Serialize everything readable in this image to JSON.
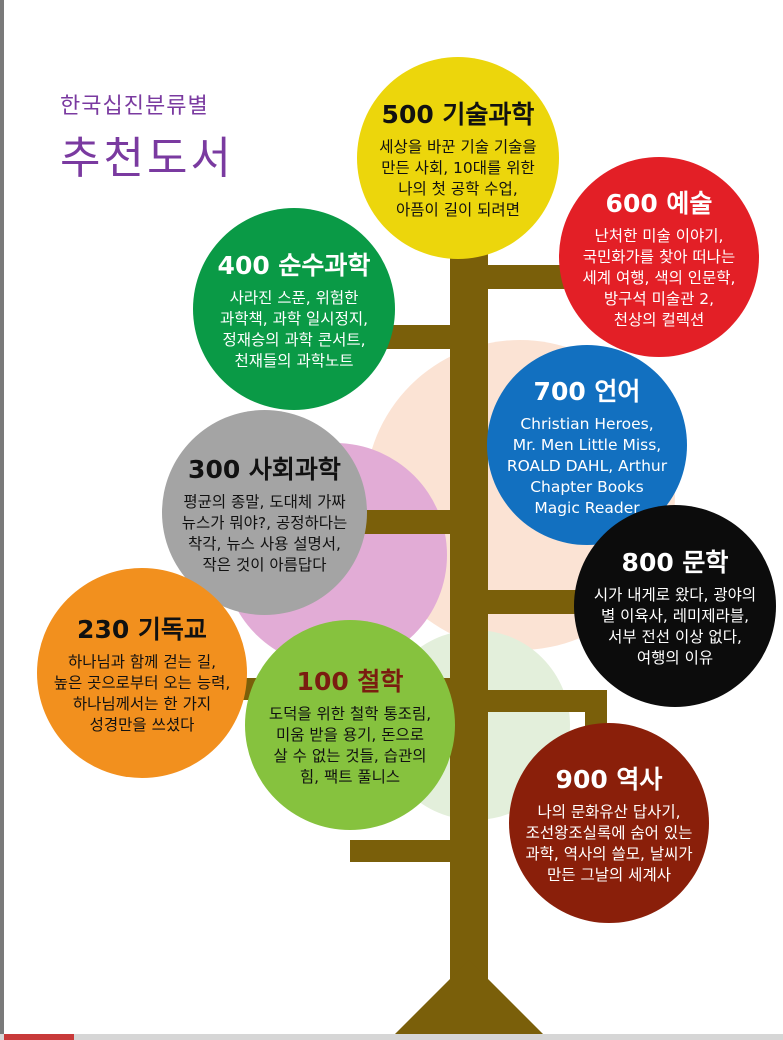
{
  "header": {
    "subtitle": "한국십진분류별",
    "title": "추천도서"
  },
  "colors": {
    "trunk": "#7a5f0a",
    "header": "#7a3aa0",
    "bg_peach": "#fbe3d4",
    "bg_pink": "#e2acd6",
    "bg_green": "#e3efdb"
  },
  "categories": [
    {
      "id": "500",
      "title": "500 기술과학",
      "books": "세상을 바꾼 기술 기술을\n만든 사회, 10대를 위한\n나의 첫 공학 수업,\n아픔이 길이 되려면",
      "color": "#ecd60c",
      "text": "dark"
    },
    {
      "id": "600",
      "title": "600 예술",
      "books": "난처한 미술 이야기,\n국민화가를 찾아 떠나는\n세계 여행, 색의 인문학,\n방구석 미술관 2,\n천상의 컬렉션",
      "color": "#e31f26",
      "text": "light"
    },
    {
      "id": "400",
      "title": "400 순수과학",
      "books": "사라진 스푼, 위험한\n과학책, 과학 일시정지,\n정재승의 과학 콘서트,\n천재들의 과학노트",
      "color": "#0a9a46",
      "text": "light"
    },
    {
      "id": "700",
      "title": "700 언어",
      "books": "Christian Heroes,\nMr. Men Little Miss,\nROALD DAHL, Arthur\nChapter Books\nMagic Reader",
      "color": "#1270c0",
      "text": "light"
    },
    {
      "id": "300",
      "title": "300 사회과학",
      "books": "평균의 종말, 도대체 가짜\n뉴스가 뭐야?, 공정하다는\n착각, 뉴스 사용 설명서,\n작은 것이 아름답다",
      "color": "#a4a4a4",
      "text": "dark"
    },
    {
      "id": "800",
      "title": "800 문학",
      "books": "시가 내게로 왔다, 광야의\n별 이육사, 레미제라블,\n서부 전선 이상 없다,\n여행의 이유",
      "color": "#0c0c0c",
      "text": "light"
    },
    {
      "id": "230",
      "title": "230 기독교",
      "books": "하나님과 함께 걷는 길,\n높은 곳으로부터 오는 능력,\n하나님께서는 한 가지\n성경만을 쓰셨다",
      "color": "#f2901e",
      "text": "dark"
    },
    {
      "id": "100",
      "title": "100 철학",
      "books": "도덕을 위한 철학 통조림,\n미움 받을 용기, 돈으로\n살 수 없는 것들, 습관의\n힘, 팩트 풀니스",
      "color": "#86c23e",
      "text": "dark",
      "title_color": "#7a1d10"
    },
    {
      "id": "900",
      "title": "900 역사",
      "books": "나의 문화유산 답사기,\n조선왕조실록에 숨어 있는\n과학, 역사의 쓸모, 날씨가\n만든 그날의 세계사",
      "color": "#8a1f0a",
      "text": "light"
    }
  ]
}
